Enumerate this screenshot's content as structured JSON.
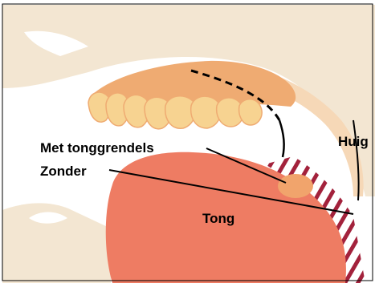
{
  "labels": {
    "uvula": "Huig",
    "with_device": "Met tonggrendels",
    "without_device": "Zonder",
    "tongue": "Tong"
  },
  "colors": {
    "background_tissue": "#f3e6d2",
    "gum": "#efab72",
    "teeth": "#f7d391",
    "tongue": "#ee7c63",
    "airway_hatch": "#a3223c",
    "soft_palate": "#f6d8b7",
    "device_position": "#f1a46c",
    "outline": "#000000"
  }
}
